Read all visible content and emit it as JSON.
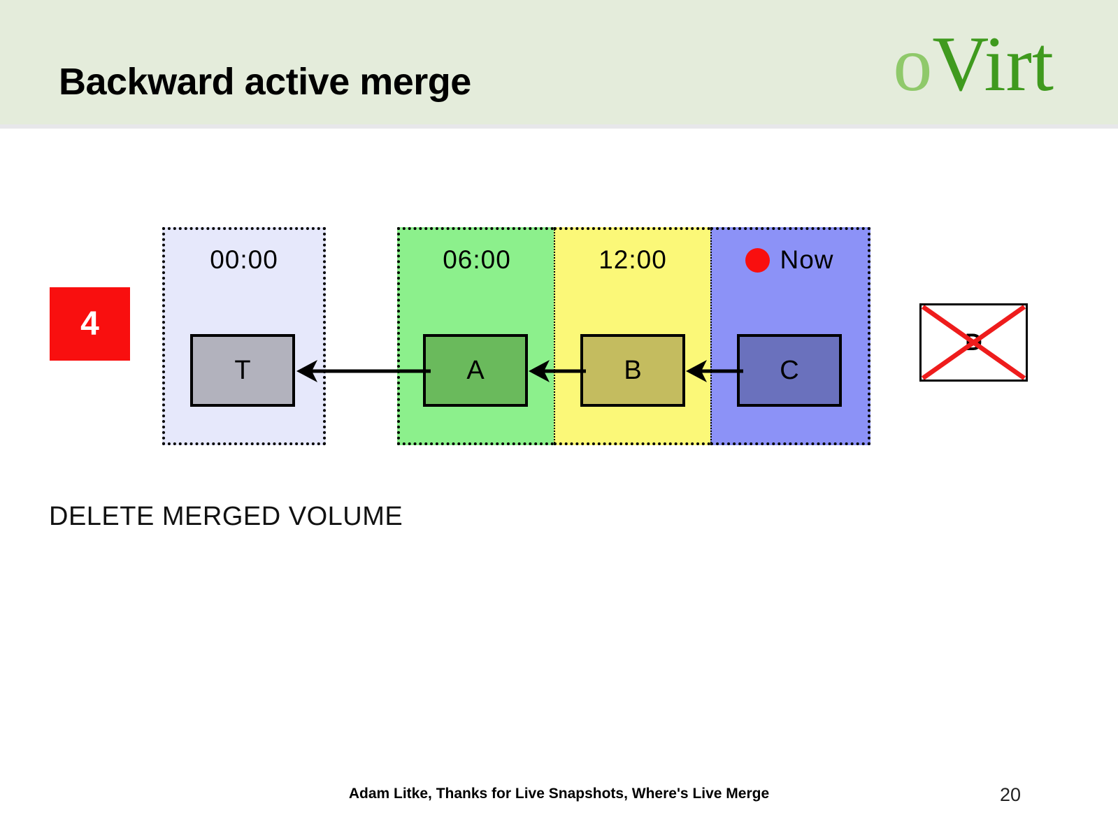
{
  "header": {
    "title": "Backward active merge",
    "logo": {
      "part_o": "o",
      "part_virt": "Virt",
      "color_o": "#8fc96a",
      "color_virt": "#3f9a1e"
    },
    "band_color": "#e4ecdb"
  },
  "step": {
    "number": "4",
    "badge_color": "#f90f0f",
    "text_color": "#ffffff"
  },
  "timeline": {
    "panels": [
      {
        "label": "00:00",
        "background": "#e6e8fb",
        "box_label": "T",
        "box_color": "#b2b2bd",
        "is_now": false
      },
      {
        "label": "06:00",
        "background": "#8cf08c",
        "box_label": "A",
        "box_color": "#6aba5c",
        "is_now": false
      },
      {
        "label": "12:00",
        "background": "#fbf878",
        "box_label": "B",
        "box_color": "#c4bc5f",
        "is_now": false
      },
      {
        "label": "Now",
        "background": "#8c92f7",
        "box_label": "C",
        "box_color": "#6a71bd",
        "is_now": true,
        "marker": "now-dot-icon",
        "marker_color": "#f90f0f"
      }
    ]
  },
  "deleted_volume": {
    "label": "D",
    "cross_color": "#ee1c1c",
    "fill": "#ffffff"
  },
  "arrows": [
    {
      "name": "arrow-A-to-T",
      "from": "A",
      "to": "T",
      "direction": "left"
    },
    {
      "name": "arrow-B-to-A",
      "from": "B",
      "to": "A",
      "direction": "left"
    },
    {
      "name": "arrow-C-to-B",
      "from": "C",
      "to": "B",
      "direction": "left"
    }
  ],
  "caption": "DELETE MERGED VOLUME",
  "footer": {
    "credit": "Adam Litke, Thanks for Live Snapshots, Where's Live Merge",
    "page_number": "20"
  }
}
